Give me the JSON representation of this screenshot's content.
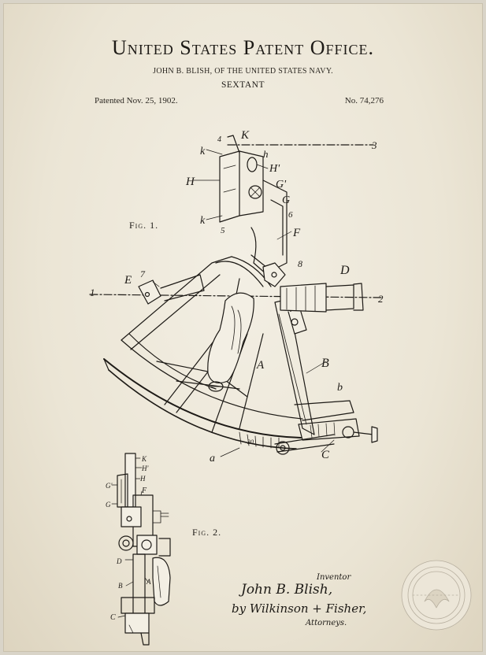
{
  "header": {
    "office": "United States Patent Office.",
    "inventor": "JOHN B. BLISH, OF THE UNITED STATES NAVY.",
    "title": "SEXTANT",
    "patented": "Patented Nov. 25, 1902.",
    "number": "No. 74,276"
  },
  "figure1": {
    "caption": "Fig. 1.",
    "labels": {
      "K": "K",
      "k_top": "k",
      "four": "4",
      "h": "h",
      "H_prime": "H'",
      "H": "H",
      "G_prime": "G'",
      "G": "G",
      "six": "6",
      "k_mid": "k",
      "five": "5",
      "F": "F",
      "three": "3",
      "eight": "8",
      "D": "D",
      "E": "E",
      "seven": "7",
      "one": "1",
      "two": "2",
      "A": "A",
      "B": "B",
      "b": "b",
      "a": "a",
      "C": "C",
      "thirty": "30"
    }
  },
  "figure2": {
    "caption": "Fig. 2.",
    "labels": {
      "K": "K",
      "H_prime": "H'",
      "H": "H",
      "G_prime": "G'",
      "G": "G",
      "F": "F",
      "D": "D",
      "A": "A",
      "B": "B",
      "C": "C"
    }
  },
  "signature": {
    "inventor_label": "Inventor",
    "inventor_name": "John B. Blish,",
    "by_line": "by Wilkinson + Fisher,",
    "attorneys_label": "Attorneys."
  },
  "colors": {
    "ink": "#1d1a16",
    "paper": "#efe9dc"
  }
}
